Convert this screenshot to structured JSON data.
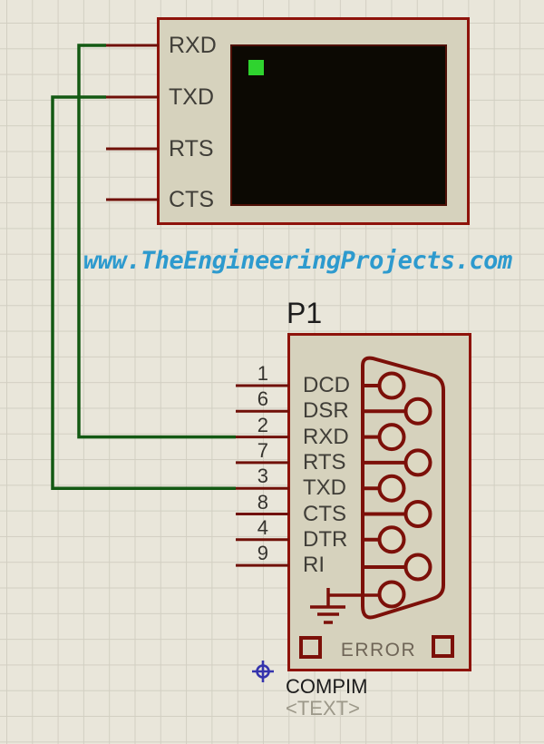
{
  "watermark": {
    "text": "www.TheEngineeringProjects.com"
  },
  "virtual_terminal": {
    "pins": [
      {
        "label": "RXD"
      },
      {
        "label": "TXD"
      },
      {
        "label": "RTS"
      },
      {
        "label": "CTS"
      }
    ],
    "screen": {
      "state": "blank",
      "cursor": "block-cursor-top-left"
    }
  },
  "compim": {
    "reference": "P1",
    "value": "COMPIM",
    "text_placeholder": "<TEXT>",
    "error_label": "ERROR",
    "pins": [
      {
        "number": "1",
        "label": "DCD"
      },
      {
        "number": "6",
        "label": "DSR"
      },
      {
        "number": "2",
        "label": "RXD"
      },
      {
        "number": "7",
        "label": "RTS"
      },
      {
        "number": "3",
        "label": "TXD"
      },
      {
        "number": "8",
        "label": "CTS"
      },
      {
        "number": "4",
        "label": "DTR"
      },
      {
        "number": "9",
        "label": "RI"
      }
    ]
  },
  "wires": [
    {
      "name": "terminal-RXD-to-compim-RXD",
      "color": "#135913"
    },
    {
      "name": "terminal-TXD-to-compim-TXD",
      "color": "#135913"
    }
  ],
  "colors": {
    "canvas_bg": "#e9e6da",
    "grid_line": "#d2cfc2",
    "component_fill": "#d6d2bd",
    "component_border": "#8e130b",
    "pin_stub": "#701008",
    "wire_green": "#135913",
    "screen_black": "#0c0903",
    "cursor_green": "#2fd32f",
    "watermark_blue": "#2d9ace",
    "origin_marker_blue": "#3534ad",
    "error_text": "#6f6557"
  }
}
